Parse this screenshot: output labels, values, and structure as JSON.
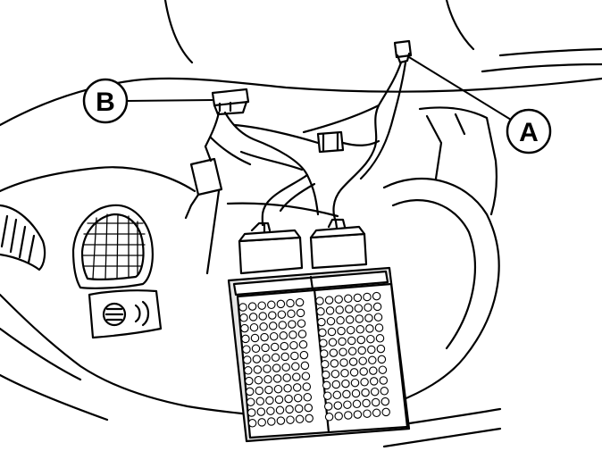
{
  "callouts": [
    {
      "id": "a",
      "label": "A"
    },
    {
      "id": "b",
      "label": "B"
    }
  ],
  "colors": {
    "line": "#000000",
    "fill": "#ffffff",
    "module_fill": "#e6e6e6",
    "pin_fill": "#ffffff"
  }
}
